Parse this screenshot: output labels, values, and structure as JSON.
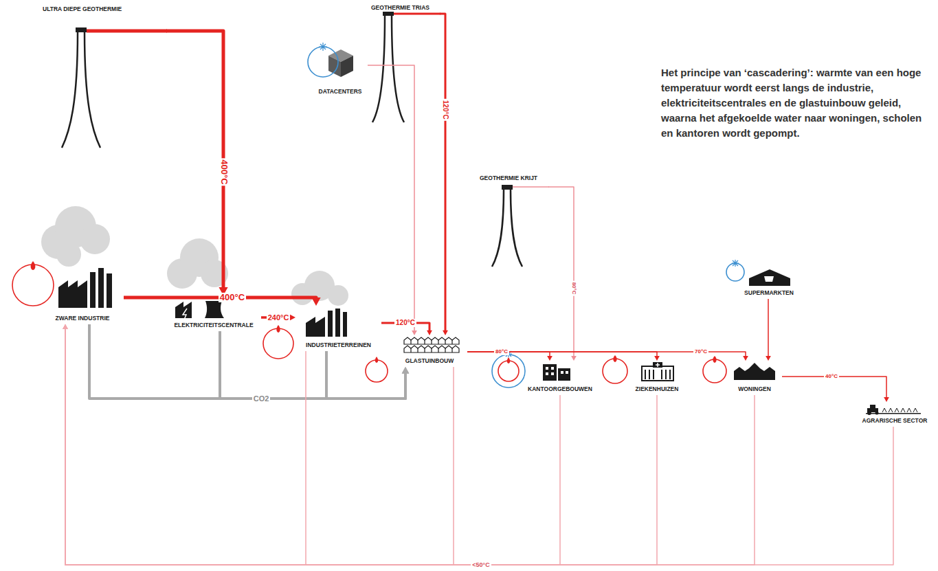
{
  "diagram": {
    "caption": "Het principe van ‘cascadering’: warmte van een hoge temperatuur wordt eerst langs de industrie, elektriciteitscentrales en de glastuinbouw geleid, waarna het afgekoelde water naar woningen, scholen en kantoren wordt gepompt.",
    "nodes": [
      {
        "text": [
          "ULTRA DIEPE GEOTHERMIE"
        ]
      },
      {
        "text": [
          "GEOTHERMIE TRIAS"
        ]
      },
      {
        "text": [
          "DATACENTERS"
        ]
      },
      {
        "text": [
          "GEOTHERMIE KRIJT"
        ]
      },
      {
        "text": [
          "ZWARE INDUSTRIE"
        ]
      },
      {
        "text": [
          "ELEKTRICITEITSCENTRALE"
        ]
      },
      {
        "text": [
          "INDUSTRIETERREINEN"
        ]
      },
      {
        "text": [
          "GLASTUINBOUW"
        ]
      },
      {
        "text": [
          "SUPERMARKTEN"
        ]
      },
      {
        "text": [
          "KANTOORGEBOUWEN"
        ]
      },
      {
        "text": [
          "ZIEKENHUIZEN"
        ]
      },
      {
        "text": [
          "WONINGEN"
        ]
      },
      {
        "text": [
          "AGRARISCHE SECTOR"
        ]
      }
    ],
    "edges": [
      {
        "from": 0,
        "to": 5,
        "arrow": "to",
        "label": "400°C"
      },
      {
        "from": 4,
        "to": 6,
        "arrow": "to",
        "label": "400°C"
      },
      {
        "from": 5,
        "to": 6,
        "arrow": "to",
        "label": "240°C"
      },
      {
        "from": 6,
        "to": 7,
        "arrow": "to",
        "label": "120°C"
      },
      {
        "from": 1,
        "to": 7,
        "arrow": "to",
        "label": "120°C"
      },
      {
        "from": 2,
        "to": 7,
        "arrow": "to"
      },
      {
        "from": 3,
        "to": 9,
        "arrow": "to",
        "label": "80°C"
      },
      {
        "from": 7,
        "to": 9,
        "arrow": "to",
        "label": "80°C"
      },
      {
        "from": 7,
        "to": 10,
        "arrow": "to"
      },
      {
        "from": 7,
        "to": 11,
        "arrow": "to",
        "label": "70°C"
      },
      {
        "from": 8,
        "to": 11,
        "arrow": "to"
      },
      {
        "from": 11,
        "to": 12,
        "arrow": "to",
        "label": "40°C"
      },
      {
        "from": 4,
        "to": 7,
        "arrow": "to",
        "label": "CO2"
      },
      {
        "from": 5,
        "to": 7,
        "arrow": "to"
      },
      {
        "from": 6,
        "to": 7,
        "arrow": "to"
      },
      {
        "from": 12,
        "to": 4,
        "arrow": "to",
        "label": "<50°C"
      },
      {
        "from": 11,
        "to": 4,
        "arrow": "to"
      },
      {
        "from": 10,
        "to": 4,
        "arrow": "to"
      },
      {
        "from": 9,
        "to": 4,
        "arrow": "to"
      },
      {
        "from": 7,
        "to": 4,
        "arrow": "to"
      },
      {
        "from": 6,
        "to": 4,
        "arrow": "to"
      }
    ]
  }
}
